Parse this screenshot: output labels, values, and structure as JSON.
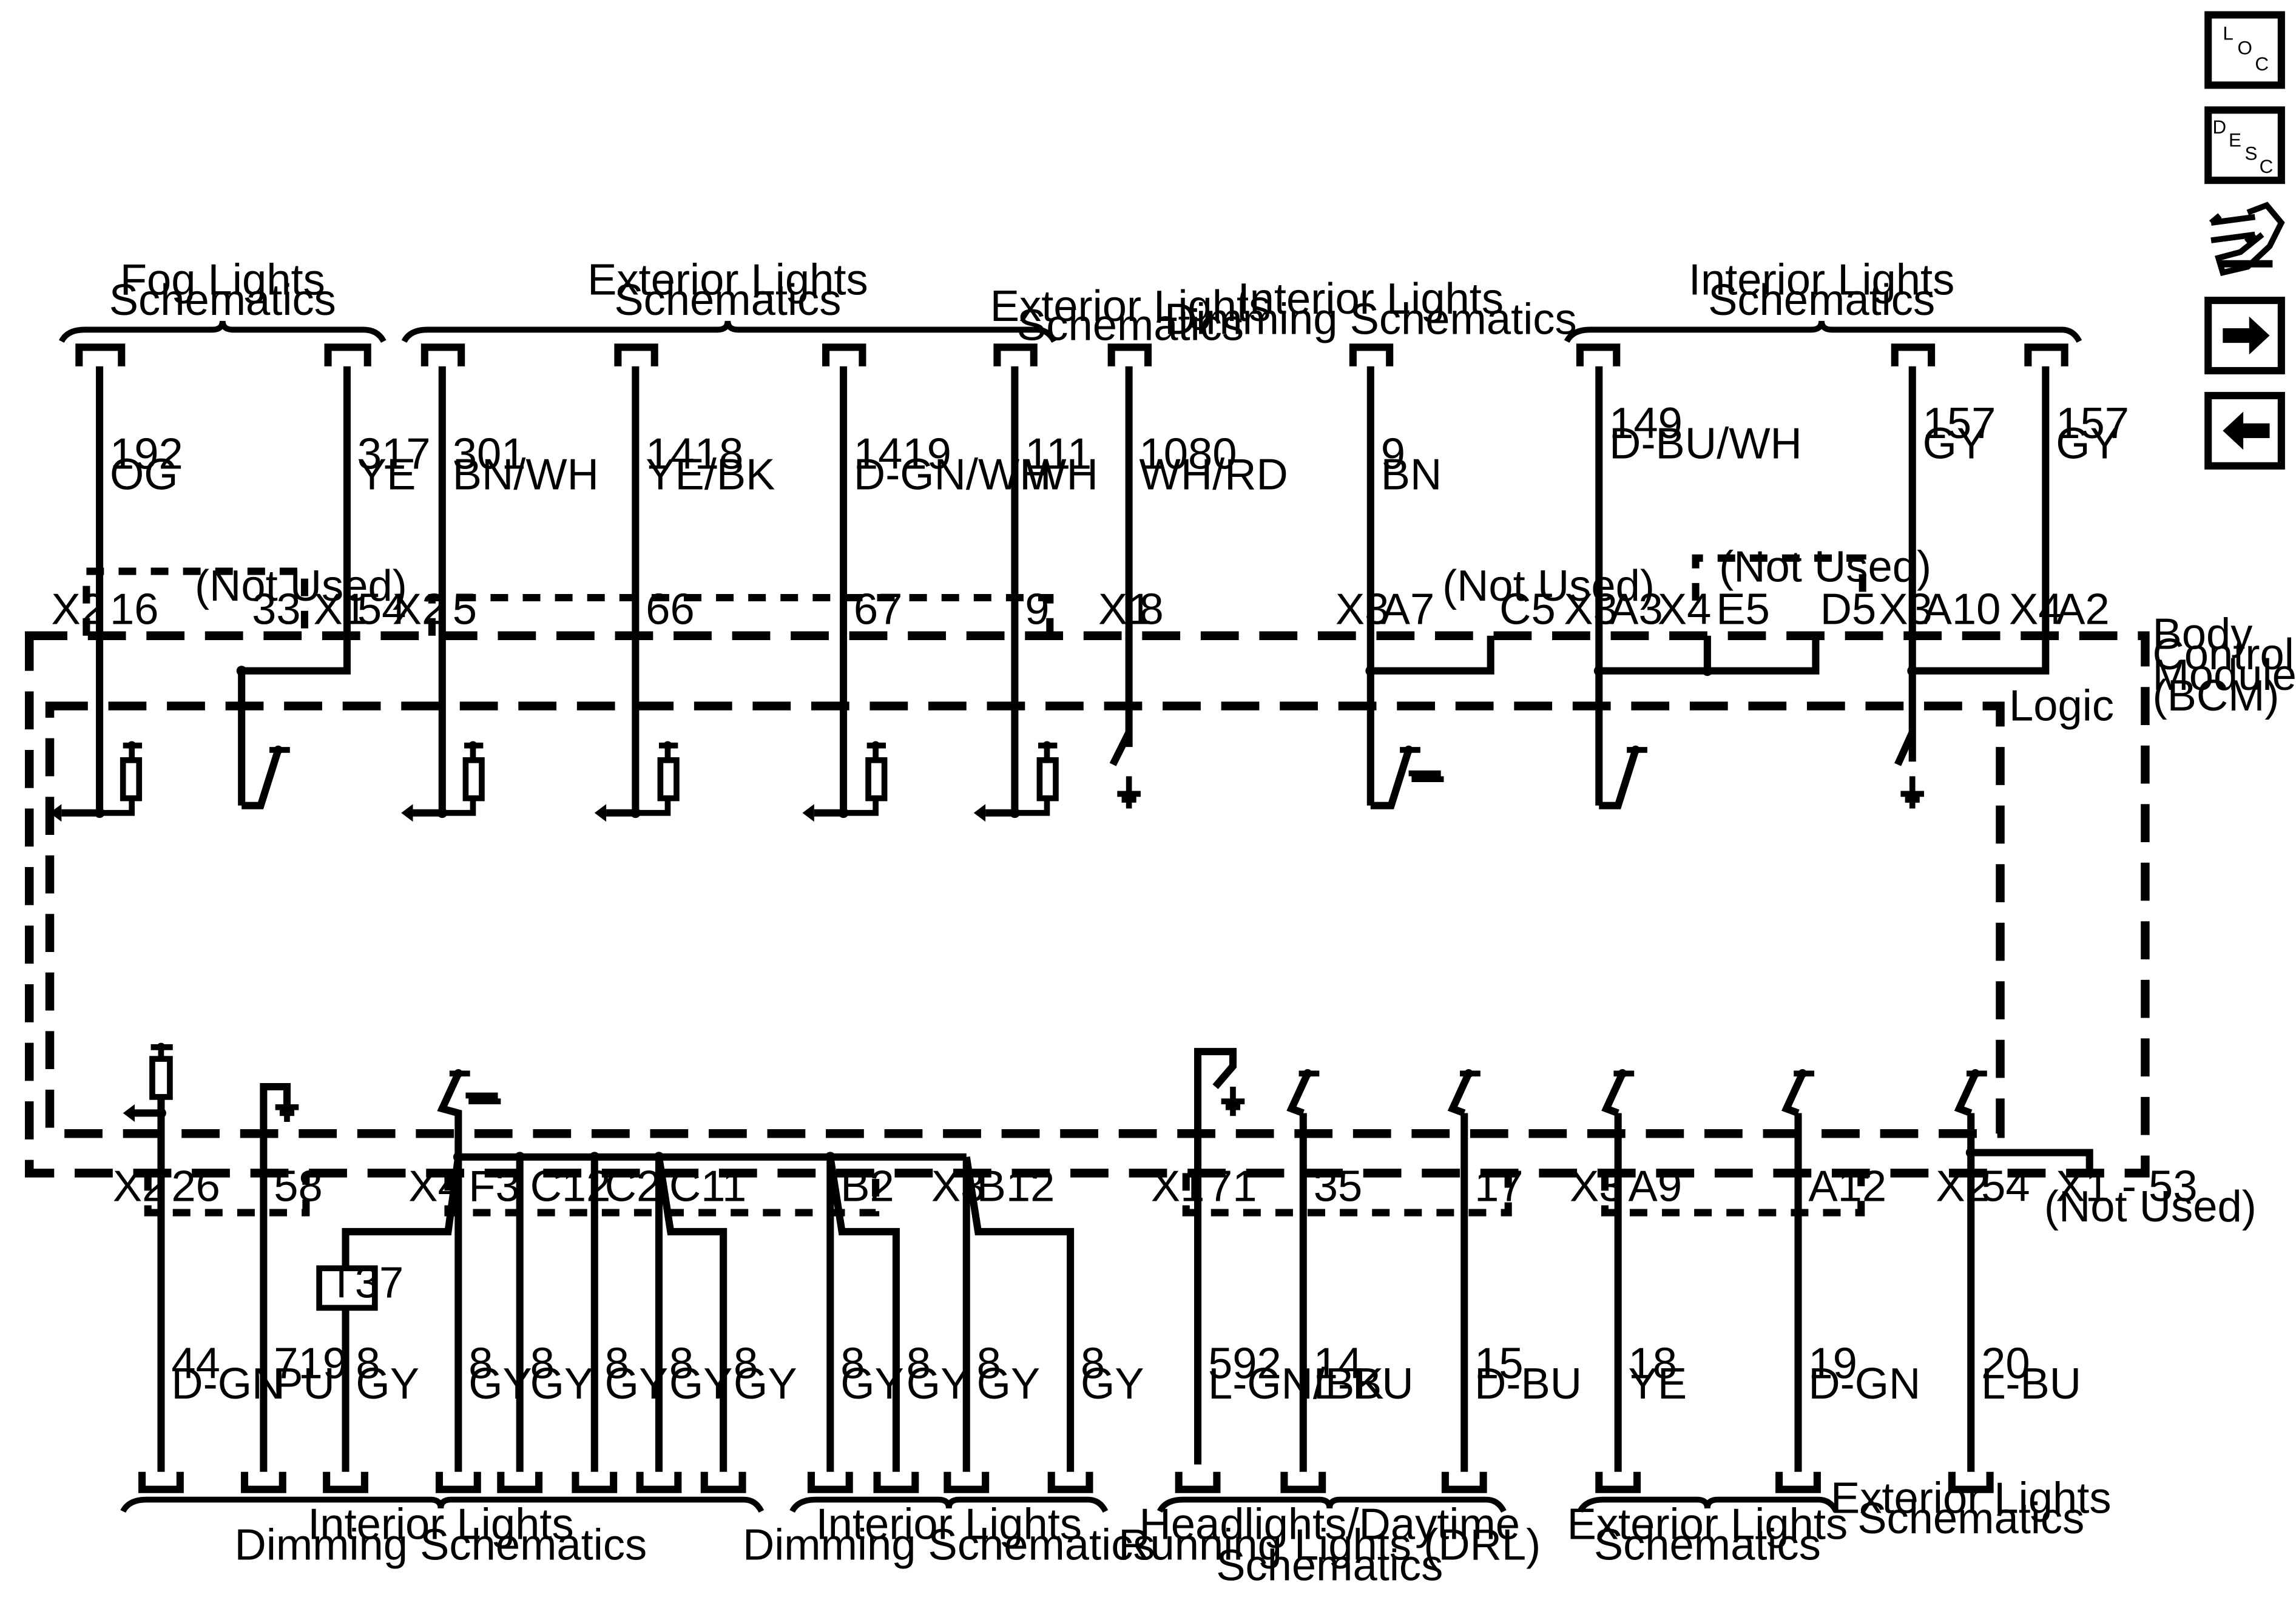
{
  "nav": {
    "loc": [
      "L",
      "O",
      "C"
    ],
    "desc": [
      "D",
      "E",
      "S",
      "C"
    ]
  },
  "module": {
    "name": [
      "Body",
      "Control",
      "Module",
      "(BCM)"
    ],
    "logic": "Logic"
  },
  "top": {
    "headers": [
      [
        "Fog Lights",
        "Schematics"
      ],
      [
        "Exterior Lights",
        "Schematics"
      ],
      [
        "Exterior Lights",
        "Schematics"
      ],
      [
        "Interior Lights",
        "Dimming Schematics"
      ],
      [
        "Interior Lights",
        "Schematics"
      ]
    ],
    "wires": [
      [
        "192",
        "OG"
      ],
      [
        "317",
        "YE"
      ],
      [
        "301",
        "BN/WH"
      ],
      [
        "1418",
        "YE/BK"
      ],
      [
        "1419",
        "D-GN/WH"
      ],
      [
        "111",
        "WH"
      ],
      [
        "1080",
        "WH/RD"
      ],
      [
        "9",
        "BN"
      ],
      [
        "149",
        "D-BU/WH"
      ],
      [
        "157",
        "GY"
      ],
      [
        "157",
        "GY"
      ]
    ],
    "connectors": [
      "X2",
      "X1",
      "X2",
      "X1",
      "X3",
      "X3",
      "X4",
      "X3",
      "X4"
    ],
    "pins": [
      "16",
      "33",
      "54",
      "5",
      "66",
      "67",
      "9",
      "8",
      "A7",
      "C5",
      "A3",
      "E5",
      "D5",
      "A10",
      "A2"
    ],
    "not_used": [
      "(Not Used)",
      "(Not Used)",
      "(Not Used)"
    ]
  },
  "bottom": {
    "connectors": [
      "X2",
      "X4",
      "X3",
      "X1",
      "X3",
      "X2"
    ],
    "pins": [
      "26",
      "58",
      "F3",
      "C12",
      "C2",
      "C11",
      "B2",
      "B12",
      "71",
      "35",
      "17",
      "A9",
      "A12",
      "54"
    ],
    "x1_53": "X1 - 53",
    "not_used": "(Not Used)",
    "t37": "T37",
    "wires": [
      [
        "44",
        "D-GN"
      ],
      [
        "719",
        "PU"
      ],
      [
        "8",
        "GY"
      ],
      [
        "8",
        "GY"
      ],
      [
        "8",
        "GY"
      ],
      [
        "8",
        "GY"
      ],
      [
        "8",
        "GY"
      ],
      [
        "8",
        "GY"
      ],
      [
        "8",
        "GY"
      ],
      [
        "8",
        "GY"
      ],
      [
        "8",
        "GY"
      ],
      [
        "8",
        "GY"
      ],
      [
        "592",
        "L-GN/BK"
      ],
      [
        "14",
        "L-BU"
      ],
      [
        "15",
        "D-BU"
      ],
      [
        "18",
        "YE"
      ],
      [
        "19",
        "D-GN"
      ],
      [
        "20",
        "L-BU"
      ]
    ],
    "headers": [
      [
        "Interior Lights",
        "Dimming Schematics"
      ],
      [
        "Interior Lights",
        "Dimming Schematics"
      ],
      [
        "Headlights/Daytime",
        "Running Lights (DRL)",
        "Schematics"
      ],
      [
        "Exterior Lights",
        "Schematics"
      ],
      [
        "Exterior Lights",
        "Schematics"
      ]
    ]
  }
}
